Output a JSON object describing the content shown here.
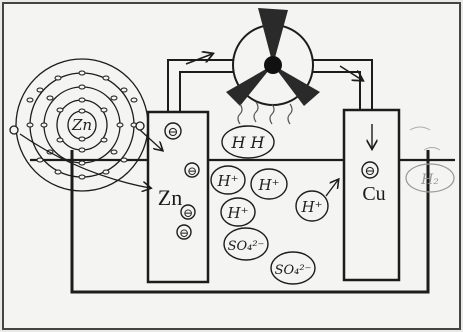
{
  "labels": {
    "zn_electrode": "Zn",
    "cu_electrode": "Cu",
    "atom_nucleus": "Zn",
    "electron_symbol": "⊖",
    "hydrogen_ion": "H⁺",
    "hydrogen_ion_cu": "H⁺",
    "sulfate_ion": "SO₄²⁻",
    "h2_molecule": "H H",
    "h2_gas": "H₂"
  },
  "colors": {
    "ink": "#1c1c1c",
    "paper": "#f4f4f2",
    "faint_ink": "#9a9a9a"
  }
}
